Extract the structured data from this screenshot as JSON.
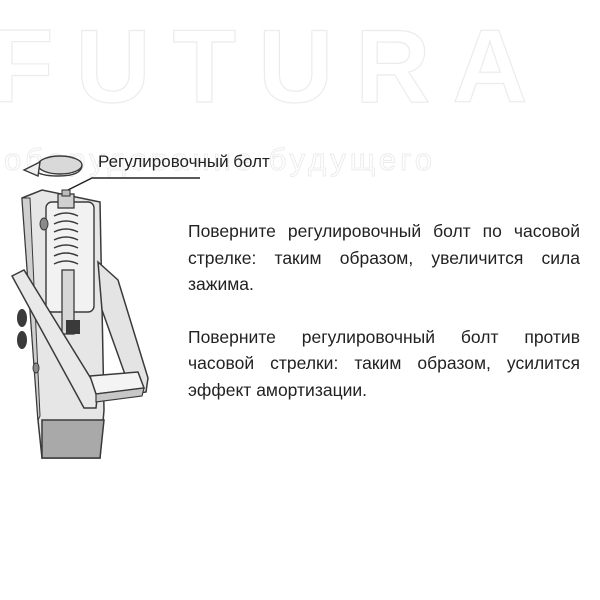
{
  "watermark": {
    "brand": "FUTURA",
    "tagline": "оборудование будущего"
  },
  "callout": {
    "label": "Регулировочный болт"
  },
  "instructions": {
    "clockwise": "Поверните регулировочный болт по часовой стрелке: таким образом, увеличится сила зажима.",
    "counterclockwise": "Поверните регулировочный болт против часовой стрелки: таким образом, усилится эффект амортизации."
  },
  "colors": {
    "watermark": "#f3f3f3",
    "text": "#222222",
    "metal_light": "#e6e6e6",
    "metal_mid": "#c9c9c9",
    "metal_dark": "#8a8a8a",
    "outline": "#3a3a3a"
  },
  "icons": {
    "rotation_arrow": "rotate-arrow-icon"
  }
}
